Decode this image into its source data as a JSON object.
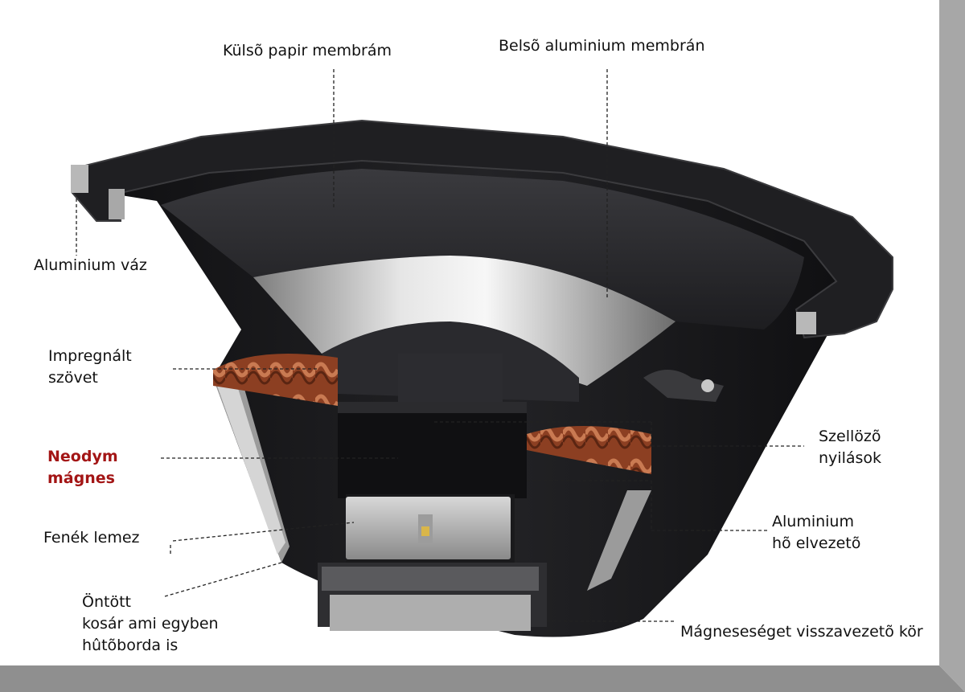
{
  "colors": {
    "background": "#ffffff",
    "frame_shadow": "#9a9a9a",
    "leader_line": "#222222",
    "label_text": "#111111",
    "accent_label": "#a31515",
    "speaker_body": "#1b1b1d",
    "cone_paper": "#2a2a2d",
    "aluminium": "#c9c9c9",
    "fabric": "#9a4a2a"
  },
  "labels": {
    "outer_paper_cone": "Külsõ papir membrám",
    "inner_aluminium_cone": "Belsõ aluminium membrán",
    "aluminium_frame": "Aluminium váz",
    "impregnated_fabric": [
      "Impregnált",
      "szövet"
    ],
    "neodymium_magnet": [
      "Neodym",
      "mágnes"
    ],
    "bottom_plate": "Fenék lemez",
    "cast_basket": [
      "Öntött",
      "kosár ami egyben",
      "hûtõborda is"
    ],
    "vent_openings": [
      "Szellözõ",
      "nyilások"
    ],
    "aluminium_heat_sink": [
      "Aluminium",
      "hõ elvezetõ"
    ],
    "magnetic_return_circuit": "Mágneseséget visszavezetõ kör"
  },
  "icons": {
    "diagram": "speaker-cutaway-illustration"
  }
}
